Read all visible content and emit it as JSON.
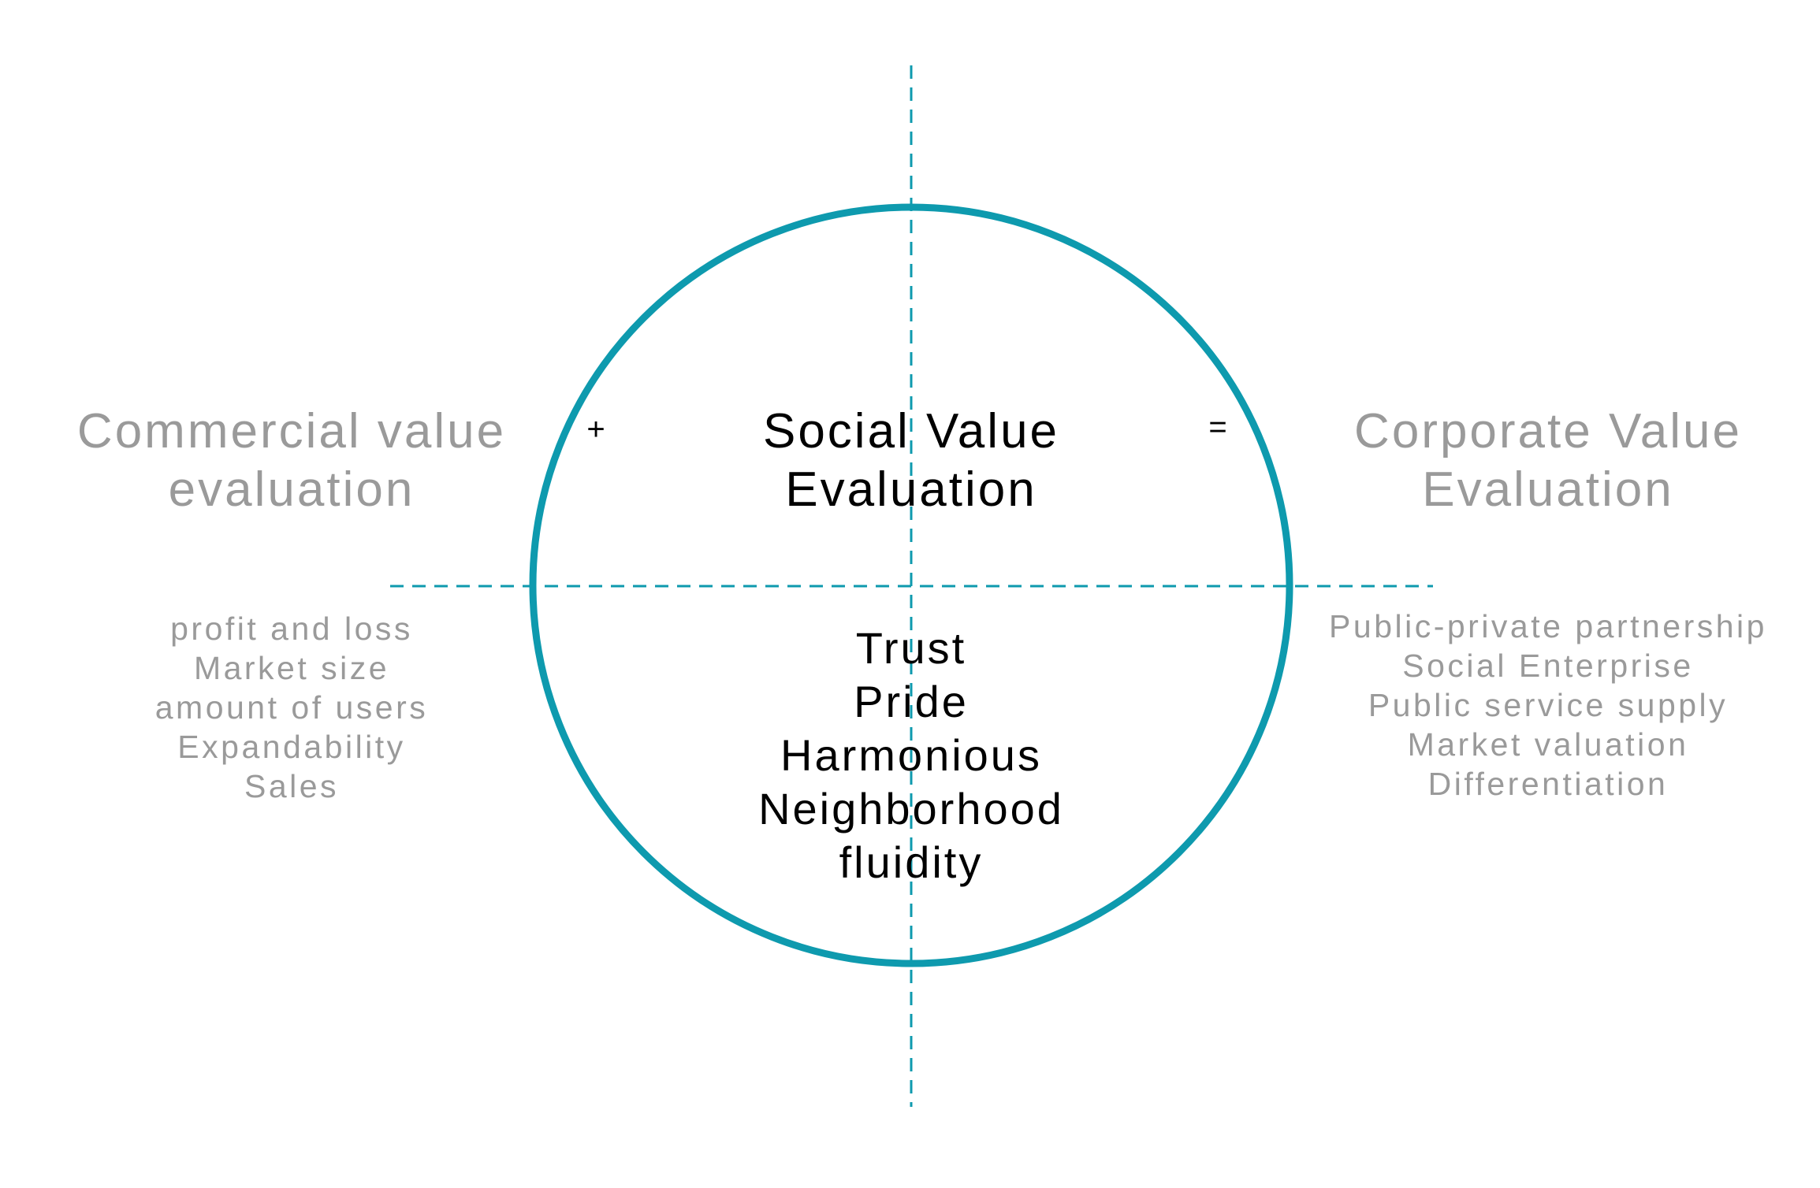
{
  "left": {
    "title_lines": [
      "Commercial value",
      "evaluation"
    ],
    "items": [
      "profit and loss",
      "Market size",
      "amount of users",
      "Expandability",
      "Sales"
    ]
  },
  "center": {
    "title_lines": [
      "Social Value",
      "Evaluation"
    ],
    "items": [
      "Trust",
      "Pride",
      "Harmonious",
      "Neighborhood",
      "fluidity"
    ]
  },
  "right": {
    "title_lines": [
      "Corporate Value",
      "Evaluation"
    ],
    "items": [
      "Public-private partnership",
      "Social Enterprise",
      "Public service supply",
      "Market valuation",
      "Differentiation"
    ]
  },
  "operators": {
    "plus": "+",
    "equals": "="
  },
  "colors": {
    "accent": "#0e9aae",
    "grey_text": "#9a9a9a",
    "dark_text": "#000000"
  }
}
